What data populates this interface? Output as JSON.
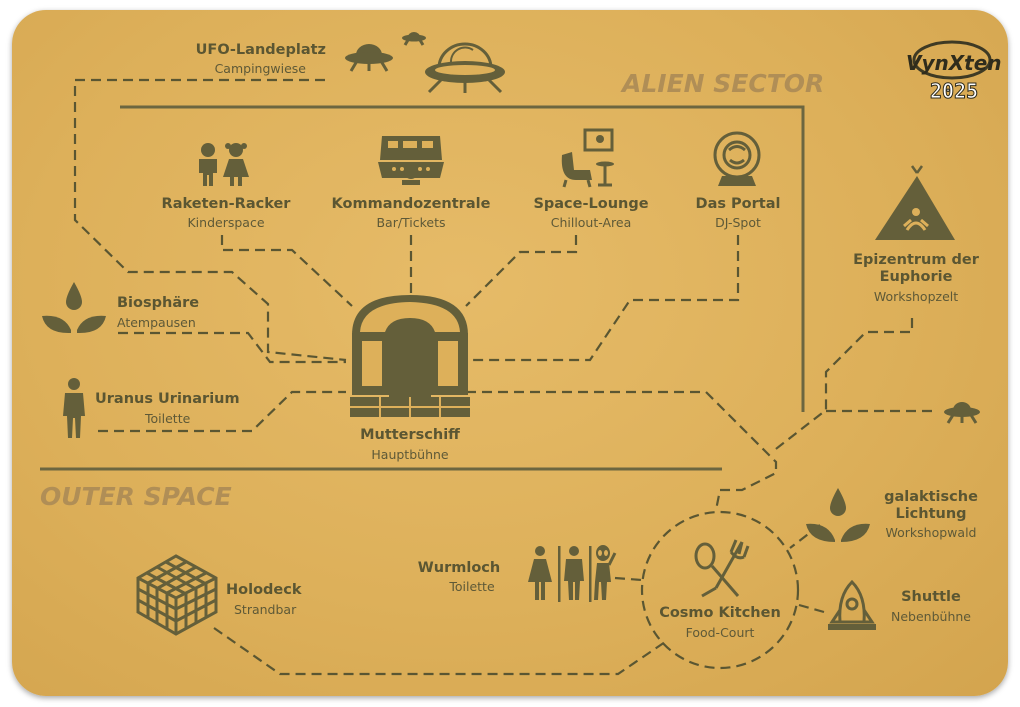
{
  "map": {
    "sectors": {
      "alien": "ALIEN SECTOR",
      "outer": "OUTER SPACE"
    },
    "logo": {
      "name": "VynXten",
      "year": "2025"
    },
    "locations": [
      {
        "key": "ufo_landeplatz",
        "name": "UFO-Landeplatz",
        "sub": "Campingwiese",
        "icon": "ufo-icon"
      },
      {
        "key": "raketen_racker",
        "name": "Raketen-Racker",
        "sub": "Kinderspace",
        "icon": "children-icon"
      },
      {
        "key": "kommandozentrale",
        "name": "Kommandozentrale",
        "sub": "Bar/Tickets",
        "icon": "control-panel-icon"
      },
      {
        "key": "space_lounge",
        "name": "Space-Lounge",
        "sub": "Chillout-Area",
        "icon": "lounge-chair-icon"
      },
      {
        "key": "das_portal",
        "name": "Das Portal",
        "sub": "DJ-Spot",
        "icon": "portal-icon"
      },
      {
        "key": "epizentrum",
        "name1": "Epizentrum der",
        "name2": "Euphorie",
        "sub": "Workshopzelt",
        "icon": "tent-icon"
      },
      {
        "key": "biosphaere",
        "name": "Biosphäre",
        "sub": "Atempausen",
        "icon": "leaf-drop-icon"
      },
      {
        "key": "uranus",
        "name": "Uranus Urinarium",
        "sub": "Toilette",
        "icon": "man-icon"
      },
      {
        "key": "mutterschiff",
        "name": "Mutterschiff",
        "sub": "Hauptbühne",
        "icon": "stage-icon"
      },
      {
        "key": "galaktische",
        "name1": "galaktische",
        "name2": "Lichtung",
        "sub": "Workshopwald",
        "icon": "leaf-drop-icon"
      },
      {
        "key": "wurmloch",
        "name": "Wurmloch",
        "sub": "Toilette",
        "icon": "toilet-people-icon"
      },
      {
        "key": "holodeck",
        "name": "Holodeck",
        "sub": "Strandbar",
        "icon": "cube-grid-icon"
      },
      {
        "key": "cosmo_kitchen",
        "name": "Cosmo Kitchen",
        "sub": "Food-Court",
        "icon": "cutlery-icon"
      },
      {
        "key": "shuttle",
        "name": "Shuttle",
        "sub": "Nebenbühne",
        "icon": "rocket-icon"
      }
    ]
  }
}
